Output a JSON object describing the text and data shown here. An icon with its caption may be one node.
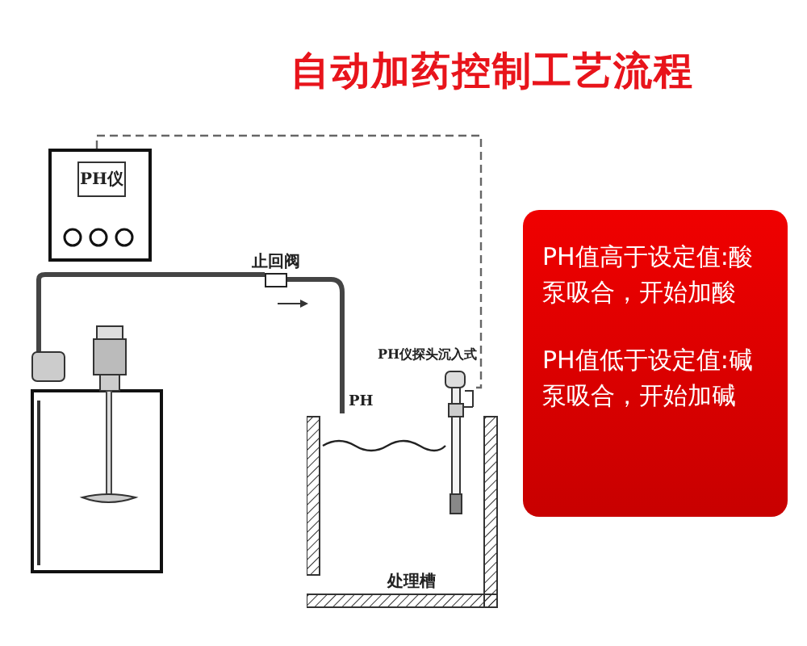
{
  "diagram": {
    "title": "自动加药控制工艺流程",
    "nodes": [
      {
        "text": [],
        "shape": "box"
      },
      {
        "text": [
          "PH仪"
        ],
        "in": 0
      },
      {
        "text": [],
        "shape": "picture"
      },
      {
        "text": [
          "止回阀"
        ]
      },
      {
        "text": [
          "PH仪探头沉入式"
        ]
      },
      {
        "text": [
          "处理槽"
        ]
      },
      {
        "text": [
          "PH值高于设定值:酸泵吸合，开始加酸",
          "PH值低于设定值:碱泵吸合，开始加碱"
        ]
      }
    ],
    "edges": [
      {
        "from": 0,
        "to": 4,
        "arrow": "none",
        "style": "dashed"
      },
      {
        "from": 2,
        "to": 3,
        "arrow": "none"
      },
      {
        "from": 3,
        "to": 5,
        "arrow": "none"
      }
    ],
    "labels": [
      "PH"
    ]
  }
}
